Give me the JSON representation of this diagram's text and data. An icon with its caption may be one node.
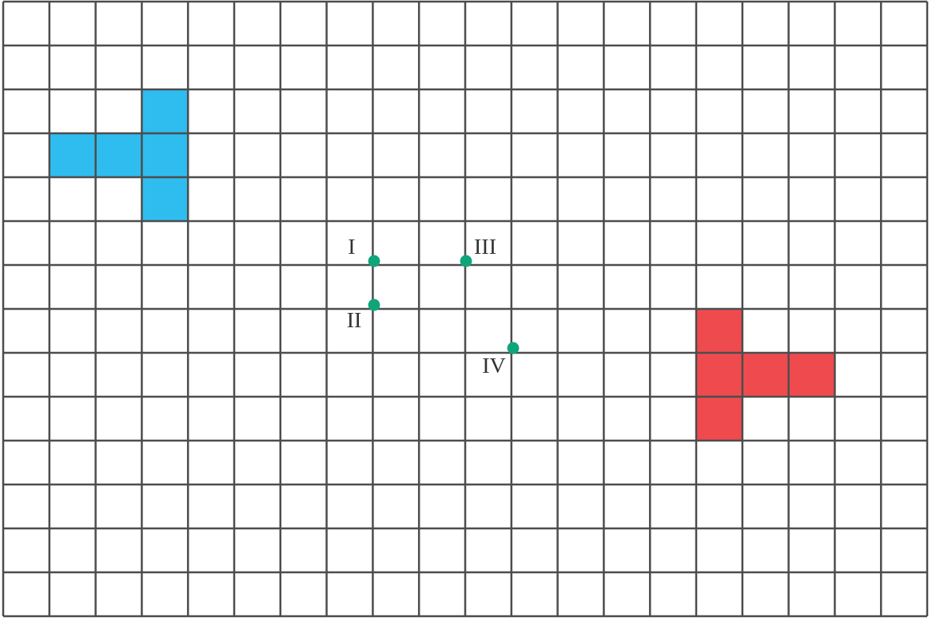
{
  "diagram": {
    "labels": [
      "I",
      "III",
      "II",
      "IV"
    ]
  }
}
